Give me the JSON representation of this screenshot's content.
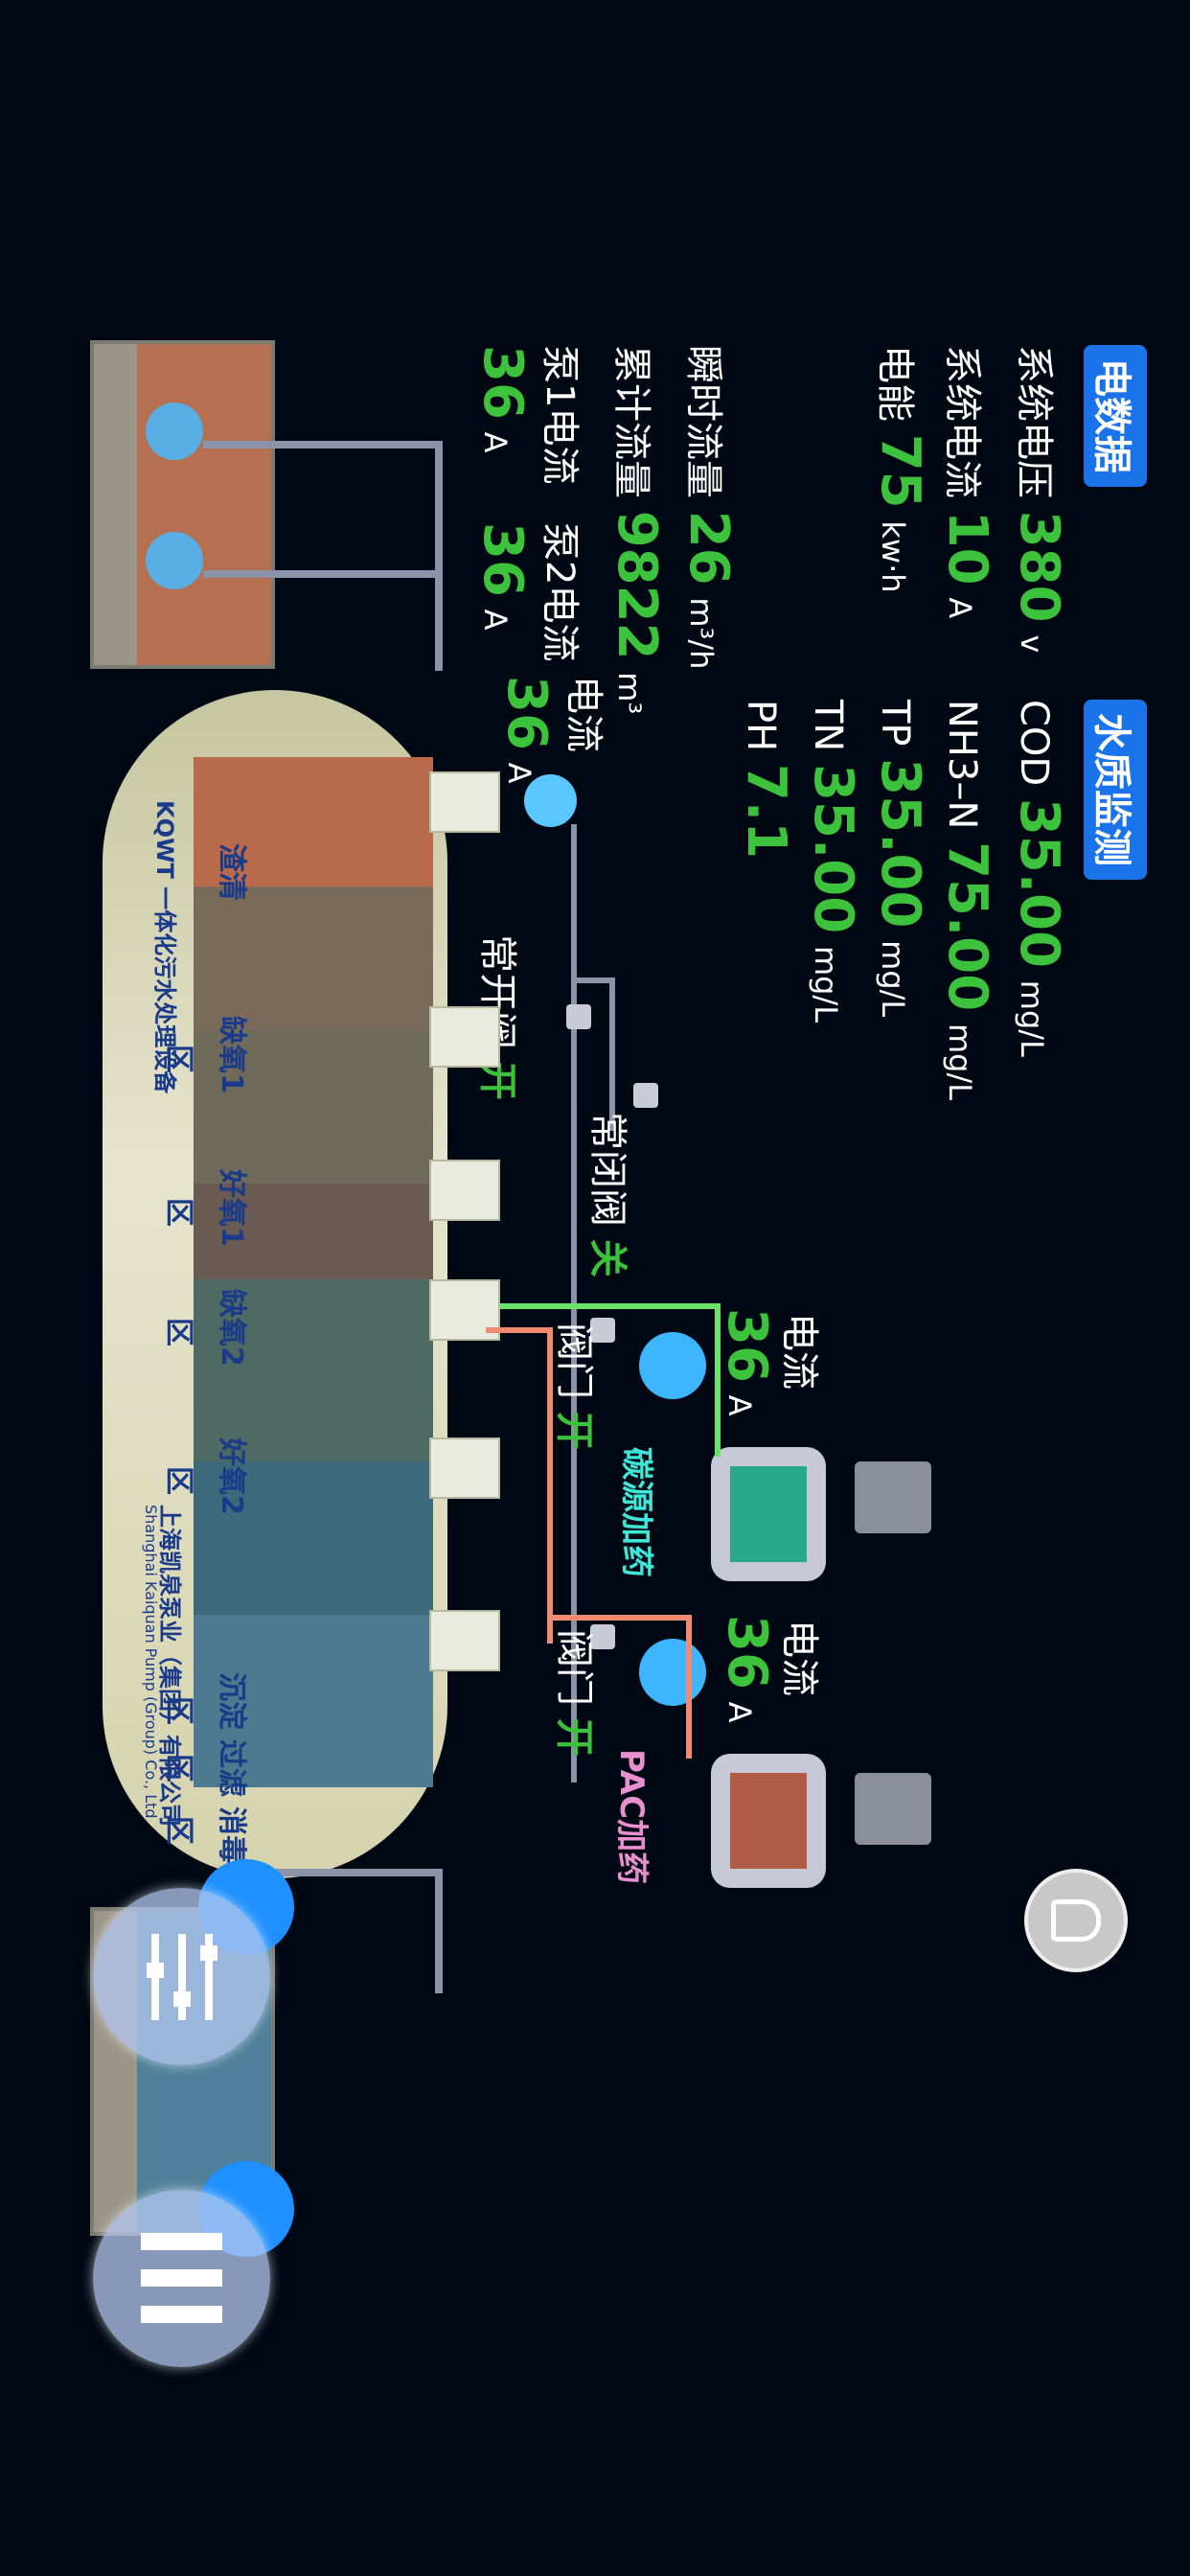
{
  "electric": {
    "tag": "电数据",
    "voltage": {
      "label": "系统电压",
      "value": "380",
      "unit": "v"
    },
    "current": {
      "label": "系统电流",
      "value": "10",
      "unit": "A"
    },
    "energy": {
      "label": "电能",
      "value": "75",
      "unit": "kw·h"
    }
  },
  "water": {
    "tag": "水质监测",
    "cod": {
      "label": "COD",
      "value": "35.00",
      "unit": "mg/L"
    },
    "nh3": {
      "label": "NH3–N",
      "value": "75.00",
      "unit": "mg/L"
    },
    "tp": {
      "label": "TP",
      "value": "35.00",
      "unit": "mg/L"
    },
    "tn": {
      "label": "TN",
      "value": "35.00",
      "unit": "mg/L"
    },
    "ph": {
      "label": "PH",
      "value": "7.1"
    }
  },
  "flow": {
    "instant": {
      "label": "瞬时流量",
      "value": "26",
      "unit": "m³/h"
    },
    "total": {
      "label": "累计流量",
      "value": "9822",
      "unit": "m³"
    },
    "pump1": {
      "label": "泵1电流",
      "value": "36",
      "unit": "A"
    },
    "pump2": {
      "label": "泵2电流",
      "value": "36",
      "unit": "A"
    }
  },
  "fan": {
    "label": "电流",
    "value": "36",
    "unit": "A"
  },
  "valves": {
    "normally_open": {
      "label": "常开阀",
      "state": "开"
    },
    "normally_closed": {
      "label": "常闭阀",
      "state": "关"
    },
    "carbon_valve": {
      "label": "阀门",
      "state": "开"
    },
    "pac_valve": {
      "label": "阀门",
      "state": "开"
    }
  },
  "dosing": {
    "carbon": {
      "label": "碳源加药",
      "current_label": "电流",
      "value": "36",
      "unit": "A"
    },
    "pac": {
      "label": "PAC加药",
      "current_label": "电流",
      "value": "36",
      "unit": "A"
    }
  },
  "tank": {
    "brand": "KQWT 一体化污水处理设备",
    "company_cn": "上海凯泉泵业（集团）有限公司",
    "company_en": "Shanghai Kaiquan Pump (Group) Co., Ltd",
    "zones": [
      "渣清",
      "缺氧1",
      "好氧1",
      "缺氧2",
      "好氧2",
      "沉淀",
      "过滤",
      "消毒"
    ],
    "zone_suffix": "区"
  }
}
